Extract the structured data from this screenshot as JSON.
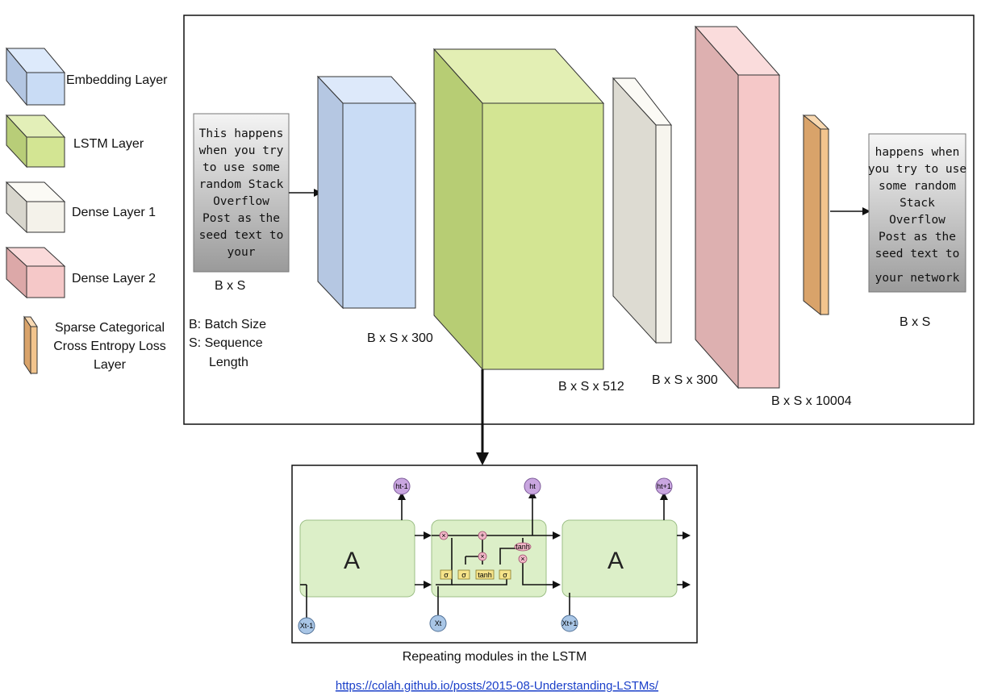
{
  "legend": {
    "embedding": "Embedding Layer",
    "lstm": "LSTM Layer",
    "dense1": "Dense Layer 1",
    "dense2": "Dense Layer 2",
    "loss": [
      "Sparse Categorical",
      "Cross Entropy Loss",
      "Layer"
    ]
  },
  "input": {
    "text": [
      "This happens",
      "when you try",
      "to use some",
      "random Stack",
      "Overflow",
      "Post as the",
      "seed text to",
      "your"
    ],
    "shape": "B x S"
  },
  "notes": [
    "B: Batch Size",
    "S: Sequence",
    "Length"
  ],
  "shapes": {
    "embedding": "B x S x 300",
    "lstm": "B x S x 512",
    "dense1": "B x S x 300",
    "dense2": "B x S x 10004"
  },
  "output": {
    "text": [
      "happens when",
      "you try to use",
      "some random",
      "Stack",
      "Overflow",
      "Post as the",
      "seed text to",
      "your network"
    ],
    "shape": "B x S"
  },
  "lstm_detail": {
    "module_label": "A",
    "h_labels": [
      "ht-1",
      "ht",
      "ht+1"
    ],
    "x_labels": [
      "Xt-1",
      "Xt",
      "Xt+1"
    ],
    "gates": [
      "σ",
      "σ",
      "tanh",
      "σ"
    ],
    "ops": [
      "×",
      "+",
      "×",
      "×",
      "tanh"
    ],
    "caption": "Repeating modules in the LSTM",
    "link": "https://colah.github.io/posts/2015-08-Understanding-LSTMs/"
  },
  "colors": {
    "embedding": "#c9dcf5",
    "lstm": "#d3e593",
    "dense1": "#f4f2ea",
    "dense2": "#f5c8c8",
    "loss": "#f2c48d",
    "module": "#dcefc8",
    "node": "#c9a6e0",
    "xnode": "#a9c6e6"
  }
}
